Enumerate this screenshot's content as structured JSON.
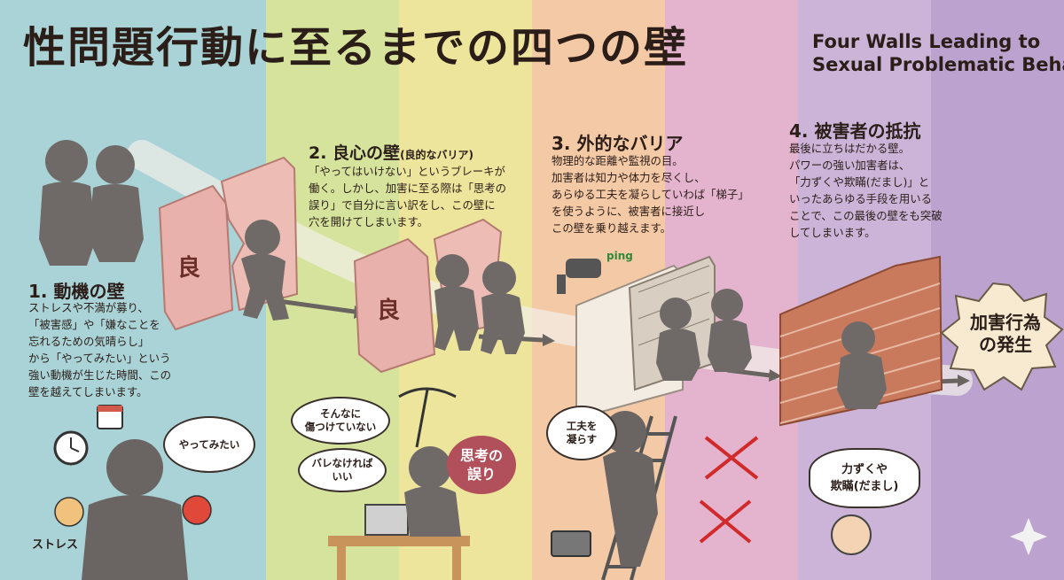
{
  "title": {
    "jp": "性問題行動に至るまでの四つの壁",
    "en_line1": "Four Walls Leading to",
    "en_line2": "Sexual Problematic Behavior"
  },
  "wall1": {
    "heading": "1. 動機の壁",
    "body": [
      "ストレスや不満が募り、",
      "「被害感」や「嫌なことを",
      "忘れるための気晴らし」",
      "から「やってみたい」という",
      "強い動機が生じた時間、この",
      "壁を越えてしまいます。"
    ],
    "bubble": "やってみたい",
    "stress_label": "ストレス"
  },
  "wall2": {
    "heading": "2. 良心の壁",
    "heading_sub": "(良的なバリア)",
    "body": [
      "「やってはいけない」というブレーキが",
      "働く。しかし、加害に至る際は「思考の",
      "誤り」で自分に言い訳をし、この壁に",
      "穴を開けてしまいます。"
    ],
    "wall_char": "良",
    "bubble1": [
      "そんなに",
      "傷つけていない"
    ],
    "bubble2": [
      "バレなければ",
      "いい"
    ],
    "error_tag": [
      "思考の",
      "誤り"
    ]
  },
  "wall3": {
    "heading": "3. 外的なバリア",
    "body": [
      "物理的な距離や監視の目。",
      "加害者は知力や体力を尽くし、",
      "あらゆる工夫を凝らしていわば「梯子」",
      "を使うように、被害者に接近し",
      "この壁を乗り越えます。"
    ],
    "ping_label": "ping",
    "bubble": [
      "工夫を",
      "凝らす"
    ]
  },
  "wall4": {
    "heading": "4. 被害者の抵抗",
    "body": [
      "最後に立ちはだかる壁。",
      "パワーの強い加害者は、",
      "「力ずくや欺瞞(だまし)」と",
      "いったあらゆる手段を用いる",
      "ことで、この最後の壁をも突破",
      "してしまいます。"
    ],
    "bubble": [
      "力ずくや",
      "欺瞞(だまし)"
    ]
  },
  "result": [
    "加害行為",
    "の発生"
  ]
}
